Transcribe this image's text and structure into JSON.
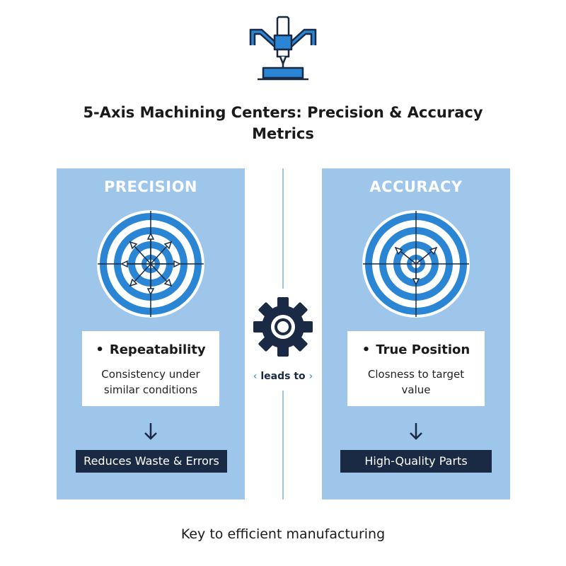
{
  "title": "5-Axis Machining Centers: Precision & Accuracy Metrics",
  "logo_icon": "cnc-machine-icon",
  "connector": {
    "label": "leads to",
    "icon": "gear-icon"
  },
  "panels": {
    "precision": {
      "heading": "PRECISION",
      "icon": "target-clustered-darts-icon",
      "metric": "Repeatability",
      "description": "Consistency under similar conditions",
      "outcome": "Reduces Waste & Errors"
    },
    "accuracy": {
      "heading": "ACCURACY",
      "icon": "target-centered-darts-icon",
      "metric": "True Position",
      "description": "Closness to target value",
      "outcome": "High-Quality Parts"
    }
  },
  "footer": "Key to efficient manufacturing",
  "colors": {
    "panel_bg": "#9ec6ea",
    "ring_blue": "#2a86d4",
    "dark_navy": "#1a2a44",
    "white": "#ffffff"
  }
}
